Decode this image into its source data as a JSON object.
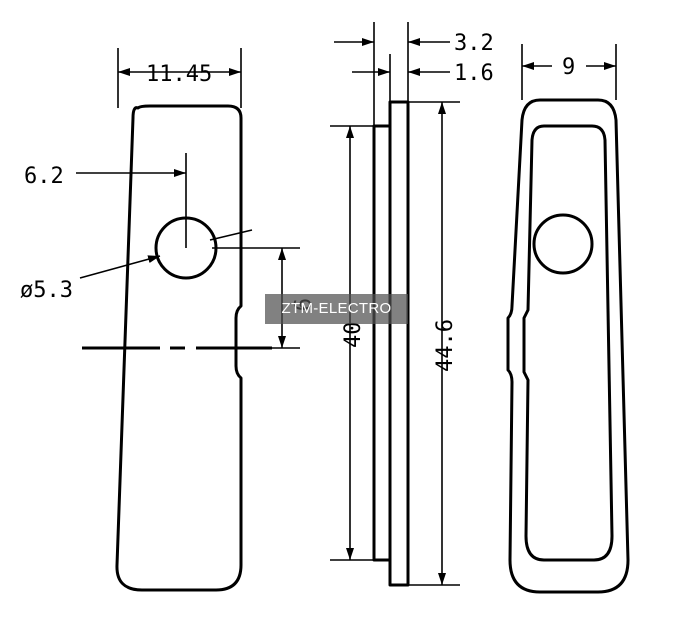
{
  "drawing": {
    "dims": {
      "width_front": "11.45",
      "hole_offset": "6.2",
      "hole_diameter": "ø5.3",
      "hole_to_notch": "9",
      "thickness_total": "3.2",
      "thickness_plate": "1.6",
      "length_inner": "40",
      "length_total": "44.6",
      "width_back": "9"
    },
    "watermark": "ZTM-ELECTRO"
  }
}
